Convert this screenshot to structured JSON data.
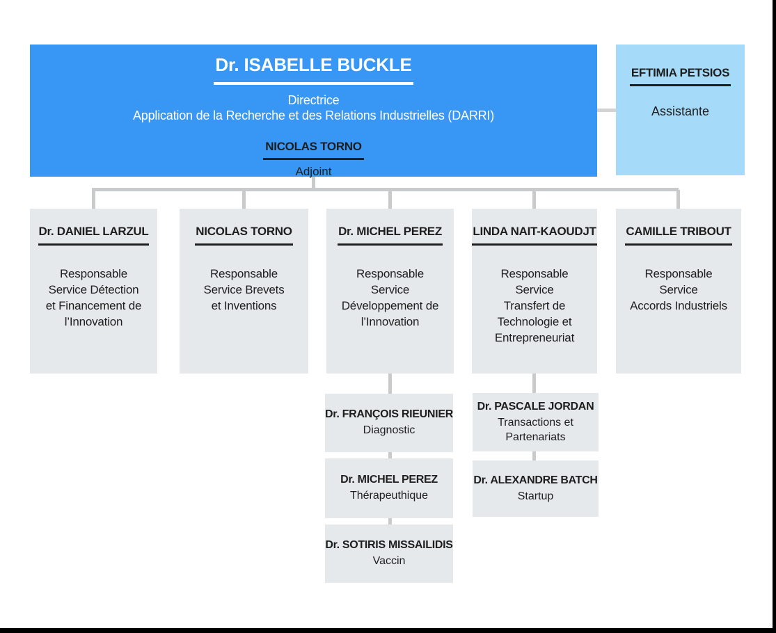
{
  "org": {
    "director": {
      "name": "Dr. ISABELLE BUCKLE",
      "title": "Directrice",
      "department": "Application de la Recherche et des Relations Industrielles (DARRI)",
      "deputy_name": "NICOLAS TORNO",
      "deputy_title": "Adjoint"
    },
    "assistant": {
      "name": "EFTIMIA PETSIOS",
      "title": "Assistante"
    },
    "departments": [
      {
        "name": "Dr. DANIEL LARZUL",
        "role": "Responsable\nService Détection\net Financement de\nl’Innovation"
      },
      {
        "name": "NICOLAS TORNO",
        "role": "Responsable\nService Brevets\net Inventions"
      },
      {
        "name": "Dr. MICHEL PEREZ",
        "role": "Responsable\nService\nDéveloppement de\nl’Innovation"
      },
      {
        "name": "LINDA NAIT-KAOUDJT",
        "role": "Responsable\nService\nTransfert de\nTechnologie et\nEntrepreneuriat"
      },
      {
        "name": "CAMILLE TRIBOUT",
        "role": "Responsable\nService\nAccords Industriels"
      }
    ],
    "sub_teams": {
      "innovation_dev": [
        {
          "name": "Dr. FRANÇOIS RIEUNIER",
          "role": "Diagnostic"
        },
        {
          "name": "Dr. MICHEL PEREZ",
          "role": "Thérapeuthique"
        },
        {
          "name": "Dr. SOTIRIS MISSAILIDIS",
          "role": "Vaccin"
        }
      ],
      "tech_transfer": [
        {
          "name": "Dr. PASCALE JORDAN",
          "role": "Transactions et\nPartenariats"
        },
        {
          "name": "Dr. ALEXANDRE BATCH",
          "role": "Startup"
        }
      ]
    },
    "colors": {
      "primary_blue": "#3897f5",
      "light_blue": "#a6daf9",
      "box_gray": "#e5e9eb",
      "connector_gray": "#c9cacb",
      "text_dark": "#1e1e1e",
      "frame_black": "#000000"
    }
  }
}
